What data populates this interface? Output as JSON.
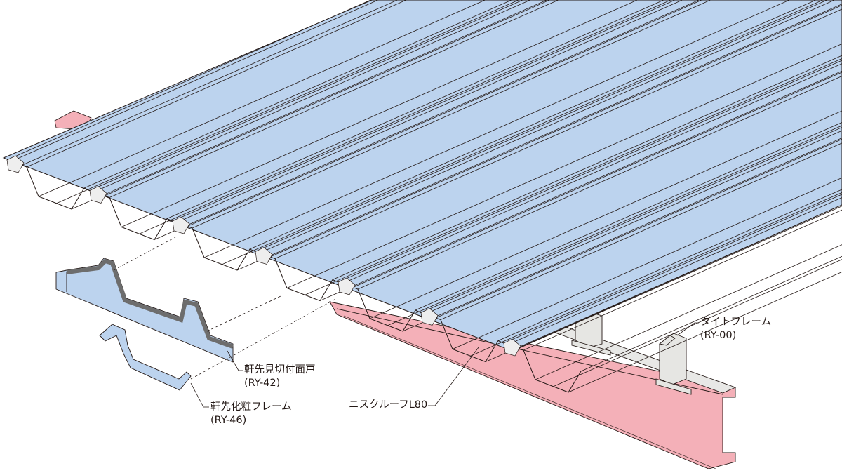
{
  "colors": {
    "roof": "#bcd3ee",
    "beam": "#f4b0b8",
    "frame": "#e6e6e3",
    "edge": "#231815",
    "seal": "#6d6d6d"
  },
  "labels": {
    "ry42": {
      "name": "軒先見切付面戸",
      "code": "(RY-42)"
    },
    "ry46": {
      "name": "軒先化粧フレーム",
      "code": "(RY-46)"
    },
    "roof": {
      "name": "ニスクルーフL80"
    },
    "ry00": {
      "name": "タイトフレーム",
      "code": "(RY-00)"
    }
  }
}
